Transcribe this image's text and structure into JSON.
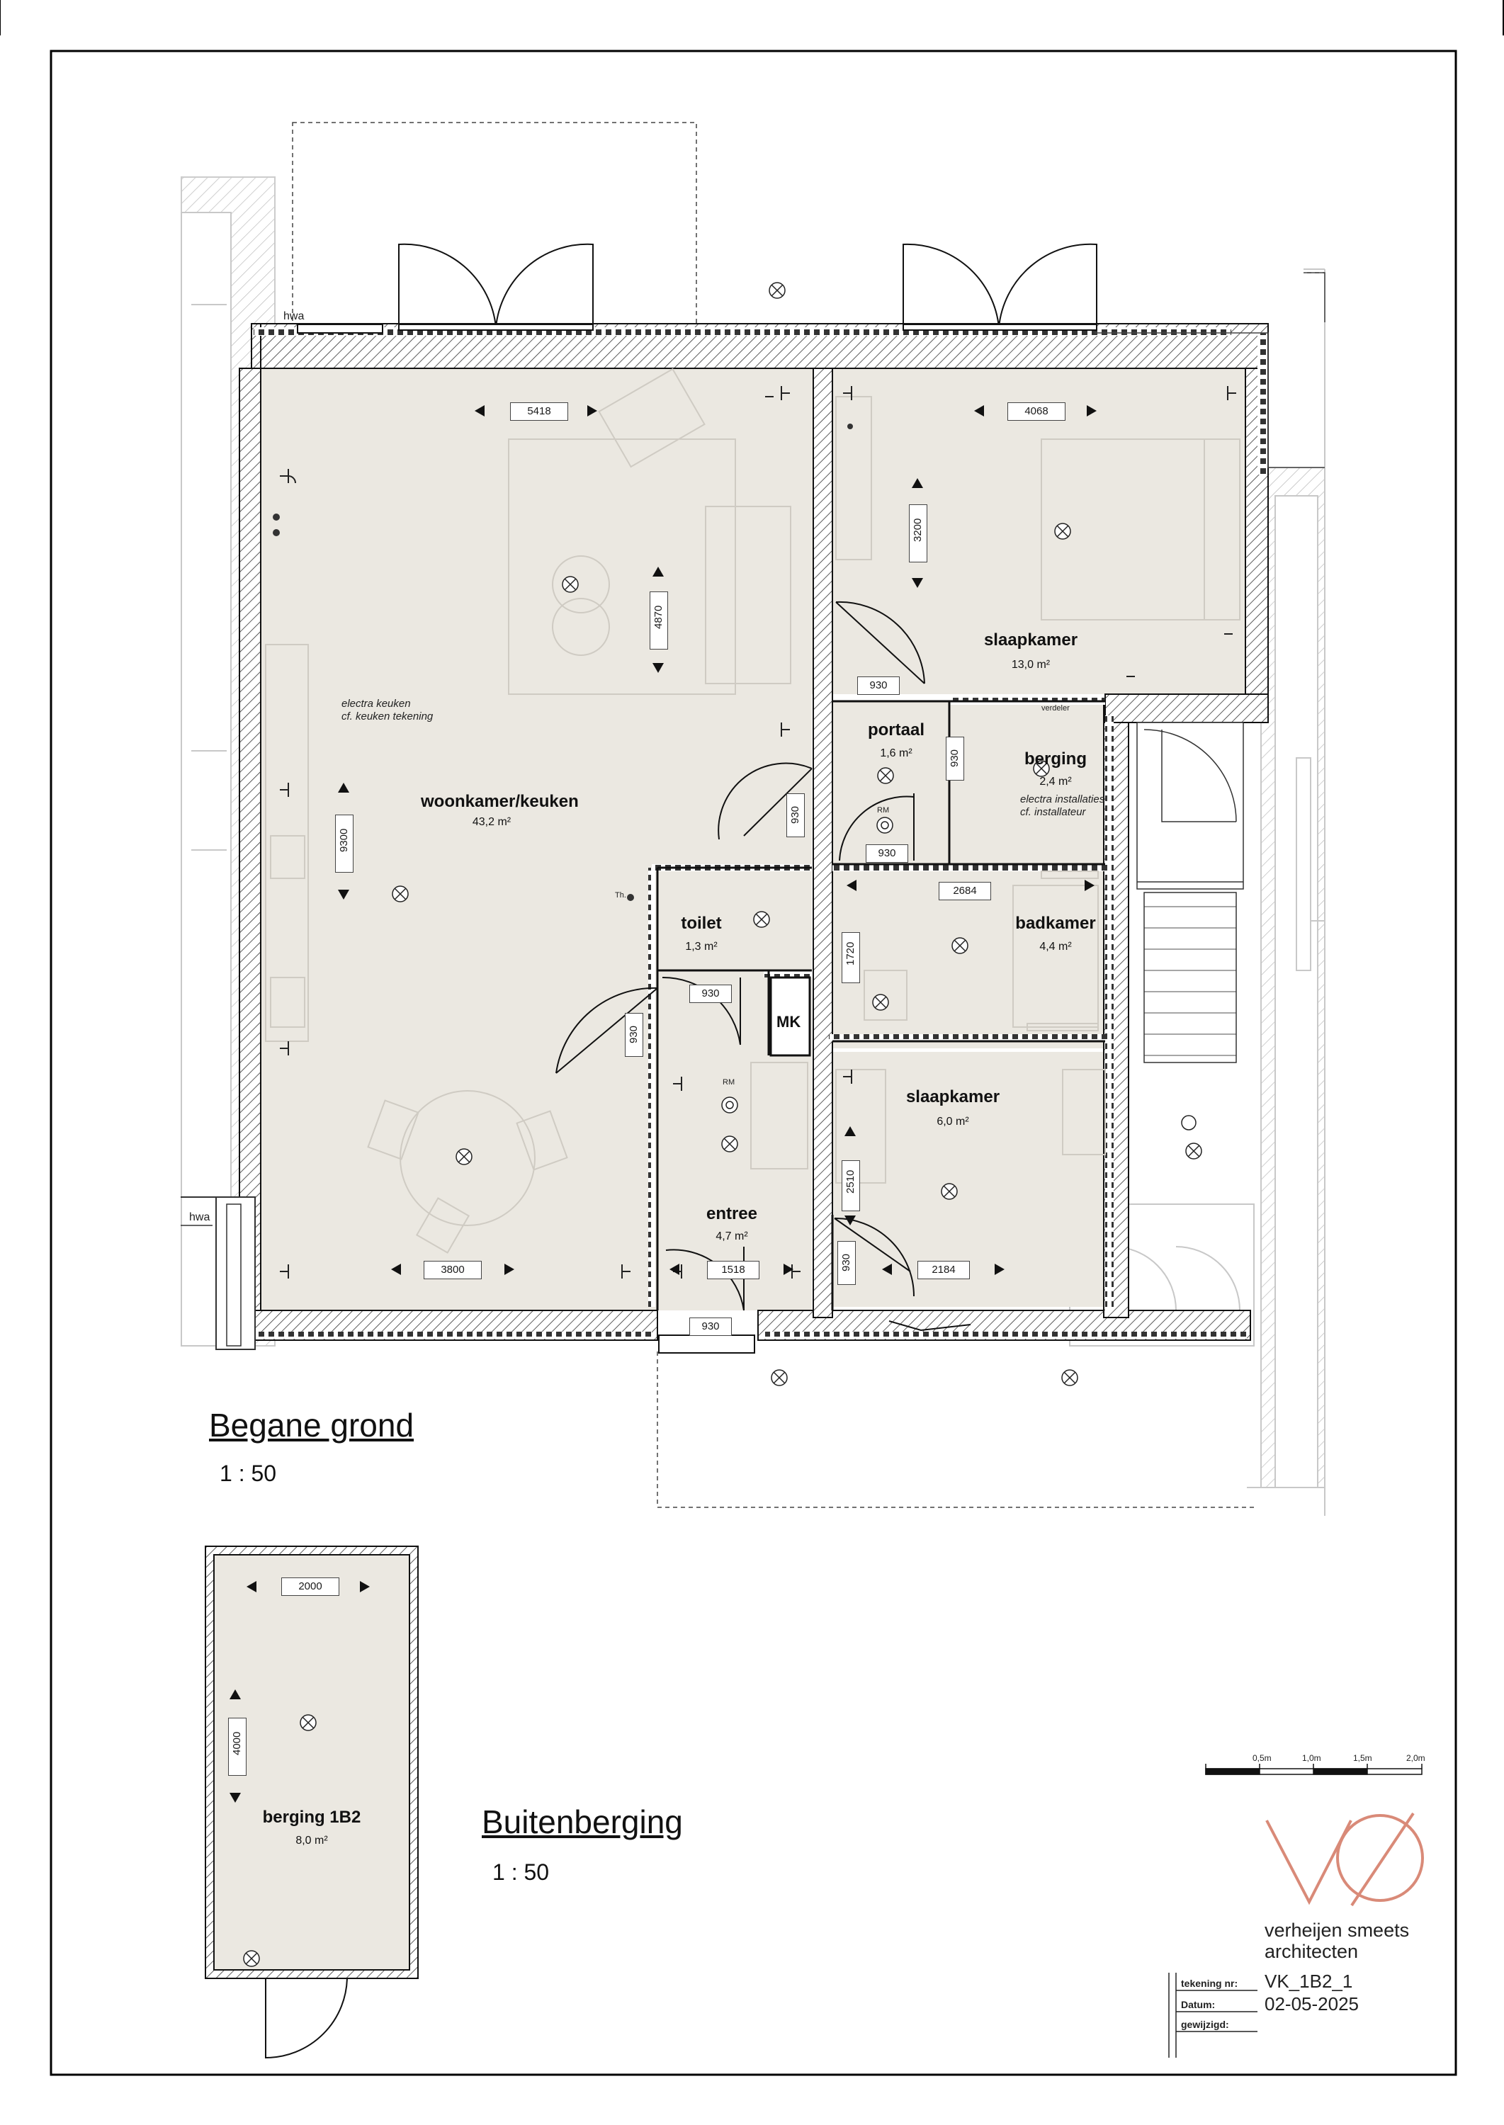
{
  "drawing": {
    "title_main": "Begane grond",
    "scale_main": "1 : 50",
    "title_outbuilding": "Buitenberging",
    "scale_outbuilding": "1 : 50"
  },
  "rooms": {
    "woonkamer": {
      "name": "woonkamer/keuken",
      "area": "43,2 m²"
    },
    "slaapkamer1": {
      "name": "slaapkamer",
      "area": "13,0 m²"
    },
    "portaal": {
      "name": "portaal",
      "area": "1,6 m²"
    },
    "berging": {
      "name": "berging",
      "area": "2,4 m²"
    },
    "toilet": {
      "name": "toilet",
      "area": "1,3 m²"
    },
    "badkamer": {
      "name": "badkamer",
      "area": "4,4 m²"
    },
    "slaapkamer2": {
      "name": "slaapkamer",
      "area": "6,0 m²"
    },
    "entree": {
      "name": "entree",
      "area": "4,7 m²"
    },
    "berging1b2": {
      "name": "berging 1B2",
      "area": "8,0 m²"
    }
  },
  "dimensions": {
    "d5418": "5418",
    "d4870": "4870",
    "d9300": "9300",
    "d3800": "3800",
    "d4068": "4068",
    "d3200": "3200",
    "d930_a": "930",
    "d930_b": "930",
    "d930_c": "930",
    "d930_d": "930",
    "d930_e": "930",
    "d930_f": "930",
    "d930_g": "930",
    "d930_h": "930",
    "d2684": "2684",
    "d1720": "1720",
    "d2510": "2510",
    "d2184": "2184",
    "d1518": "1518",
    "d2000": "2000",
    "d4000": "4000"
  },
  "notes": {
    "keuken_1": "electra keuken",
    "keuken_2": "cf. keuken tekening",
    "install_1": "electra installaties",
    "install_2": "cf. installateur",
    "verdeler": "verdeler",
    "hwa_top": "hwa",
    "hwa_left": "hwa",
    "mk": "MK",
    "rm1": "RM",
    "rm2": "RM",
    "th": "Th."
  },
  "scalebar": {
    "labels": [
      "0,5m",
      "1,0m",
      "1,5m",
      "2,0m"
    ]
  },
  "firm": {
    "line1": "verheijen smeets",
    "line2": "architecten",
    "logo_color": "#d98a78"
  },
  "titleblock": {
    "label_nr": "tekening nr:",
    "label_date": "Datum:",
    "label_changed": "gewijzigd:",
    "value_nr": "VK_1B2_1",
    "value_date": "02-05-2025",
    "value_changed": ""
  }
}
